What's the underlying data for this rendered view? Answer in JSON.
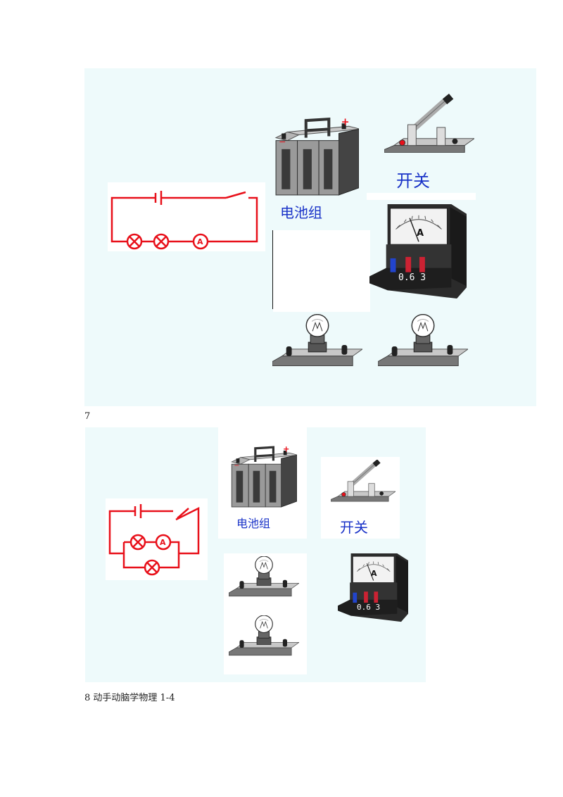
{
  "figure1": {
    "labels": {
      "battery": "电池组",
      "switch": "开关"
    },
    "meter": {
      "letter": "A",
      "terminals": "0.6 3"
    }
  },
  "caption1": "7",
  "figure2": {
    "labels": {
      "battery": "电池组",
      "switch": "开关"
    },
    "meter": {
      "letter": "A",
      "terminals": "0.6 3"
    }
  },
  "caption2": "8 动手动脑学物理 1-4",
  "colors": {
    "panel": "#eefafb",
    "circuit": "#e8101a",
    "label": "#1a33c8"
  },
  "icons": [
    "battery-pack-icon",
    "knife-switch-icon",
    "ammeter-icon",
    "bulb-holder-icon",
    "circuit-diagram"
  ]
}
